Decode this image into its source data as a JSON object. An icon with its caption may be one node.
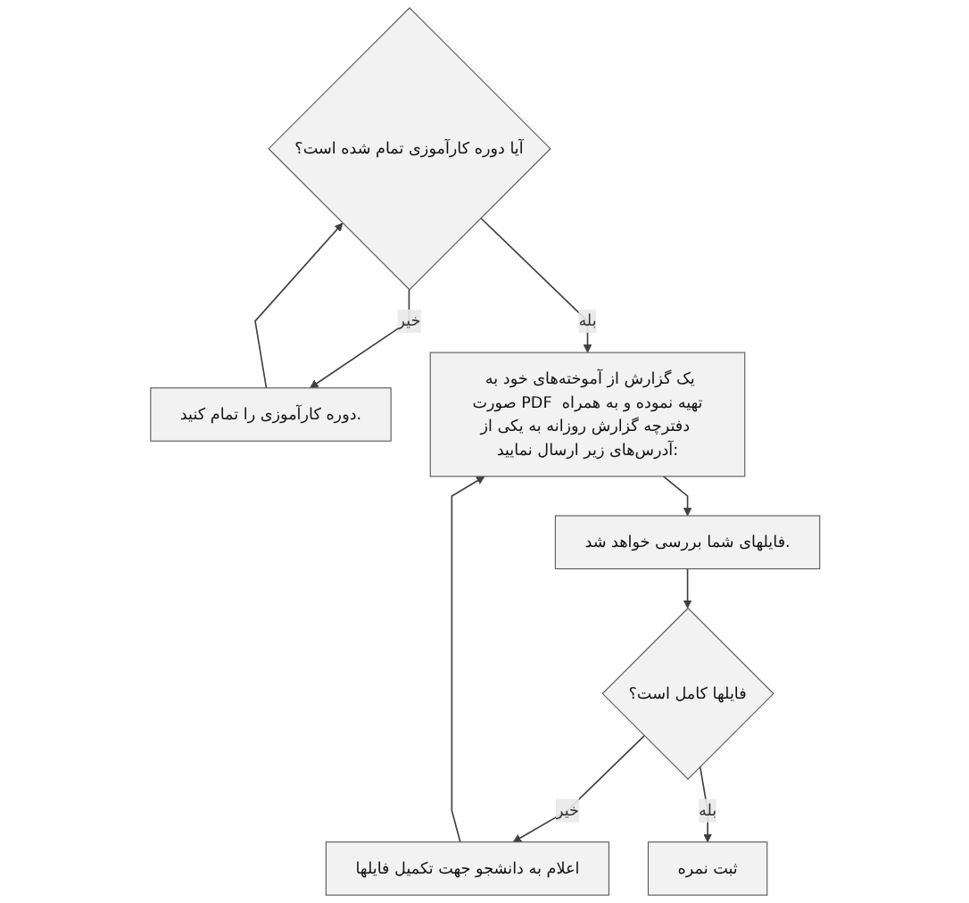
{
  "diagram": {
    "nodes": [
      {
        "text": [
          "آیا دوره کارآموزی تمام شده است؟"
        ]
      },
      {
        "text": [
          "دوره کارآموزی را تمام کنید."
        ]
      },
      {
        "text": [
          "یک گزارش از آموخته‌های خود به صورت PDF تهیه نموده و به همراه دفترچه گزارش روزانه به یکی از آدرس‌های زیر ارسال نمایید:"
        ]
      },
      {
        "text": [
          "فایلهای شما بررسی خواهد شد."
        ]
      },
      {
        "text": [
          "فایلها کامل است؟"
        ]
      },
      {
        "text": [
          "اعلام به دانشجو جهت تکمیل فایلها"
        ]
      },
      {
        "text": [
          "ثبت نمره"
        ]
      }
    ],
    "edges": [
      {
        "from": 0,
        "to": 1,
        "label": "خیر",
        "arrow": "to"
      },
      {
        "from": 1,
        "to": 0,
        "arrow": "to"
      },
      {
        "from": 0,
        "to": 2,
        "label": "بله",
        "arrow": "to"
      },
      {
        "from": 2,
        "to": 3,
        "arrow": "to"
      },
      {
        "from": 3,
        "to": 4,
        "arrow": "to"
      },
      {
        "from": 4,
        "to": 5,
        "label": "خیر",
        "arrow": "to"
      },
      {
        "from": 4,
        "to": 6,
        "label": "بله",
        "arrow": "to"
      },
      {
        "from": 5,
        "to": 2,
        "arrow": "to"
      }
    ]
  }
}
